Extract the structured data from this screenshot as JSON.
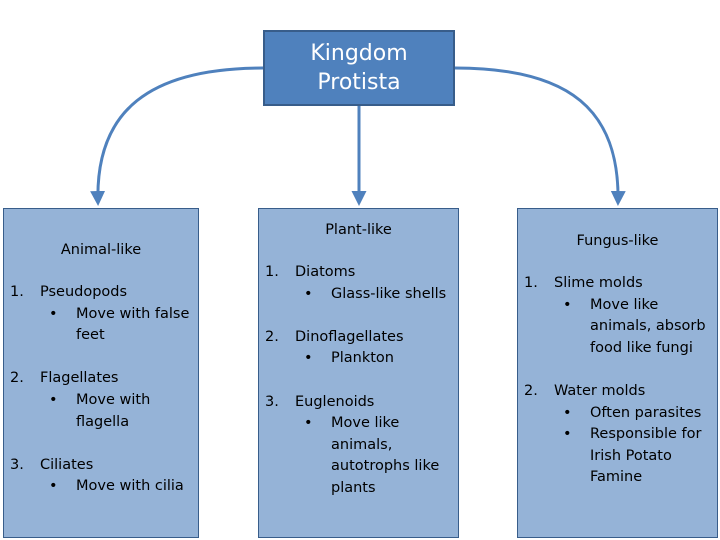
{
  "root": {
    "title_line1": "Kingdom",
    "title_line2": "Protista"
  },
  "branches": [
    {
      "heading": "Animal-like",
      "groups": [
        {
          "num": "1.",
          "title": "Pseudopods",
          "bullets": [
            "Move with false feet"
          ]
        },
        {
          "num": "2.",
          "title": "Flagellates",
          "bullets": [
            "Move with flagella"
          ]
        },
        {
          "num": "3.",
          "title": "Ciliates",
          "bullets": [
            "Move with cilia"
          ]
        }
      ]
    },
    {
      "heading": "Plant-like",
      "groups": [
        {
          "num": "1.",
          "title": "Diatoms",
          "bullets": [
            "Glass-like shells"
          ]
        },
        {
          "num": "2.",
          "title": "Dinoflagellates",
          "bullets": [
            "Plankton"
          ]
        },
        {
          "num": "3.",
          "title": "Euglenoids",
          "bullets": [
            "Move like animals, autotrophs like plants"
          ]
        }
      ]
    },
    {
      "heading": "Fungus-like",
      "groups": [
        {
          "num": "1.",
          "title": "Slime molds",
          "bullets": [
            "Move like animals, absorb food like fungi"
          ]
        },
        {
          "num": "2.",
          "title": "Water molds",
          "bullets": [
            "Often parasites",
            "Responsible for Irish Potato Famine"
          ]
        }
      ]
    }
  ],
  "colors": {
    "root_fill": "#4f81bd",
    "root_border": "#385d8a",
    "branch_fill": "#95b3d7",
    "connector": "#4f81bd"
  },
  "bullet_glyph": "•"
}
